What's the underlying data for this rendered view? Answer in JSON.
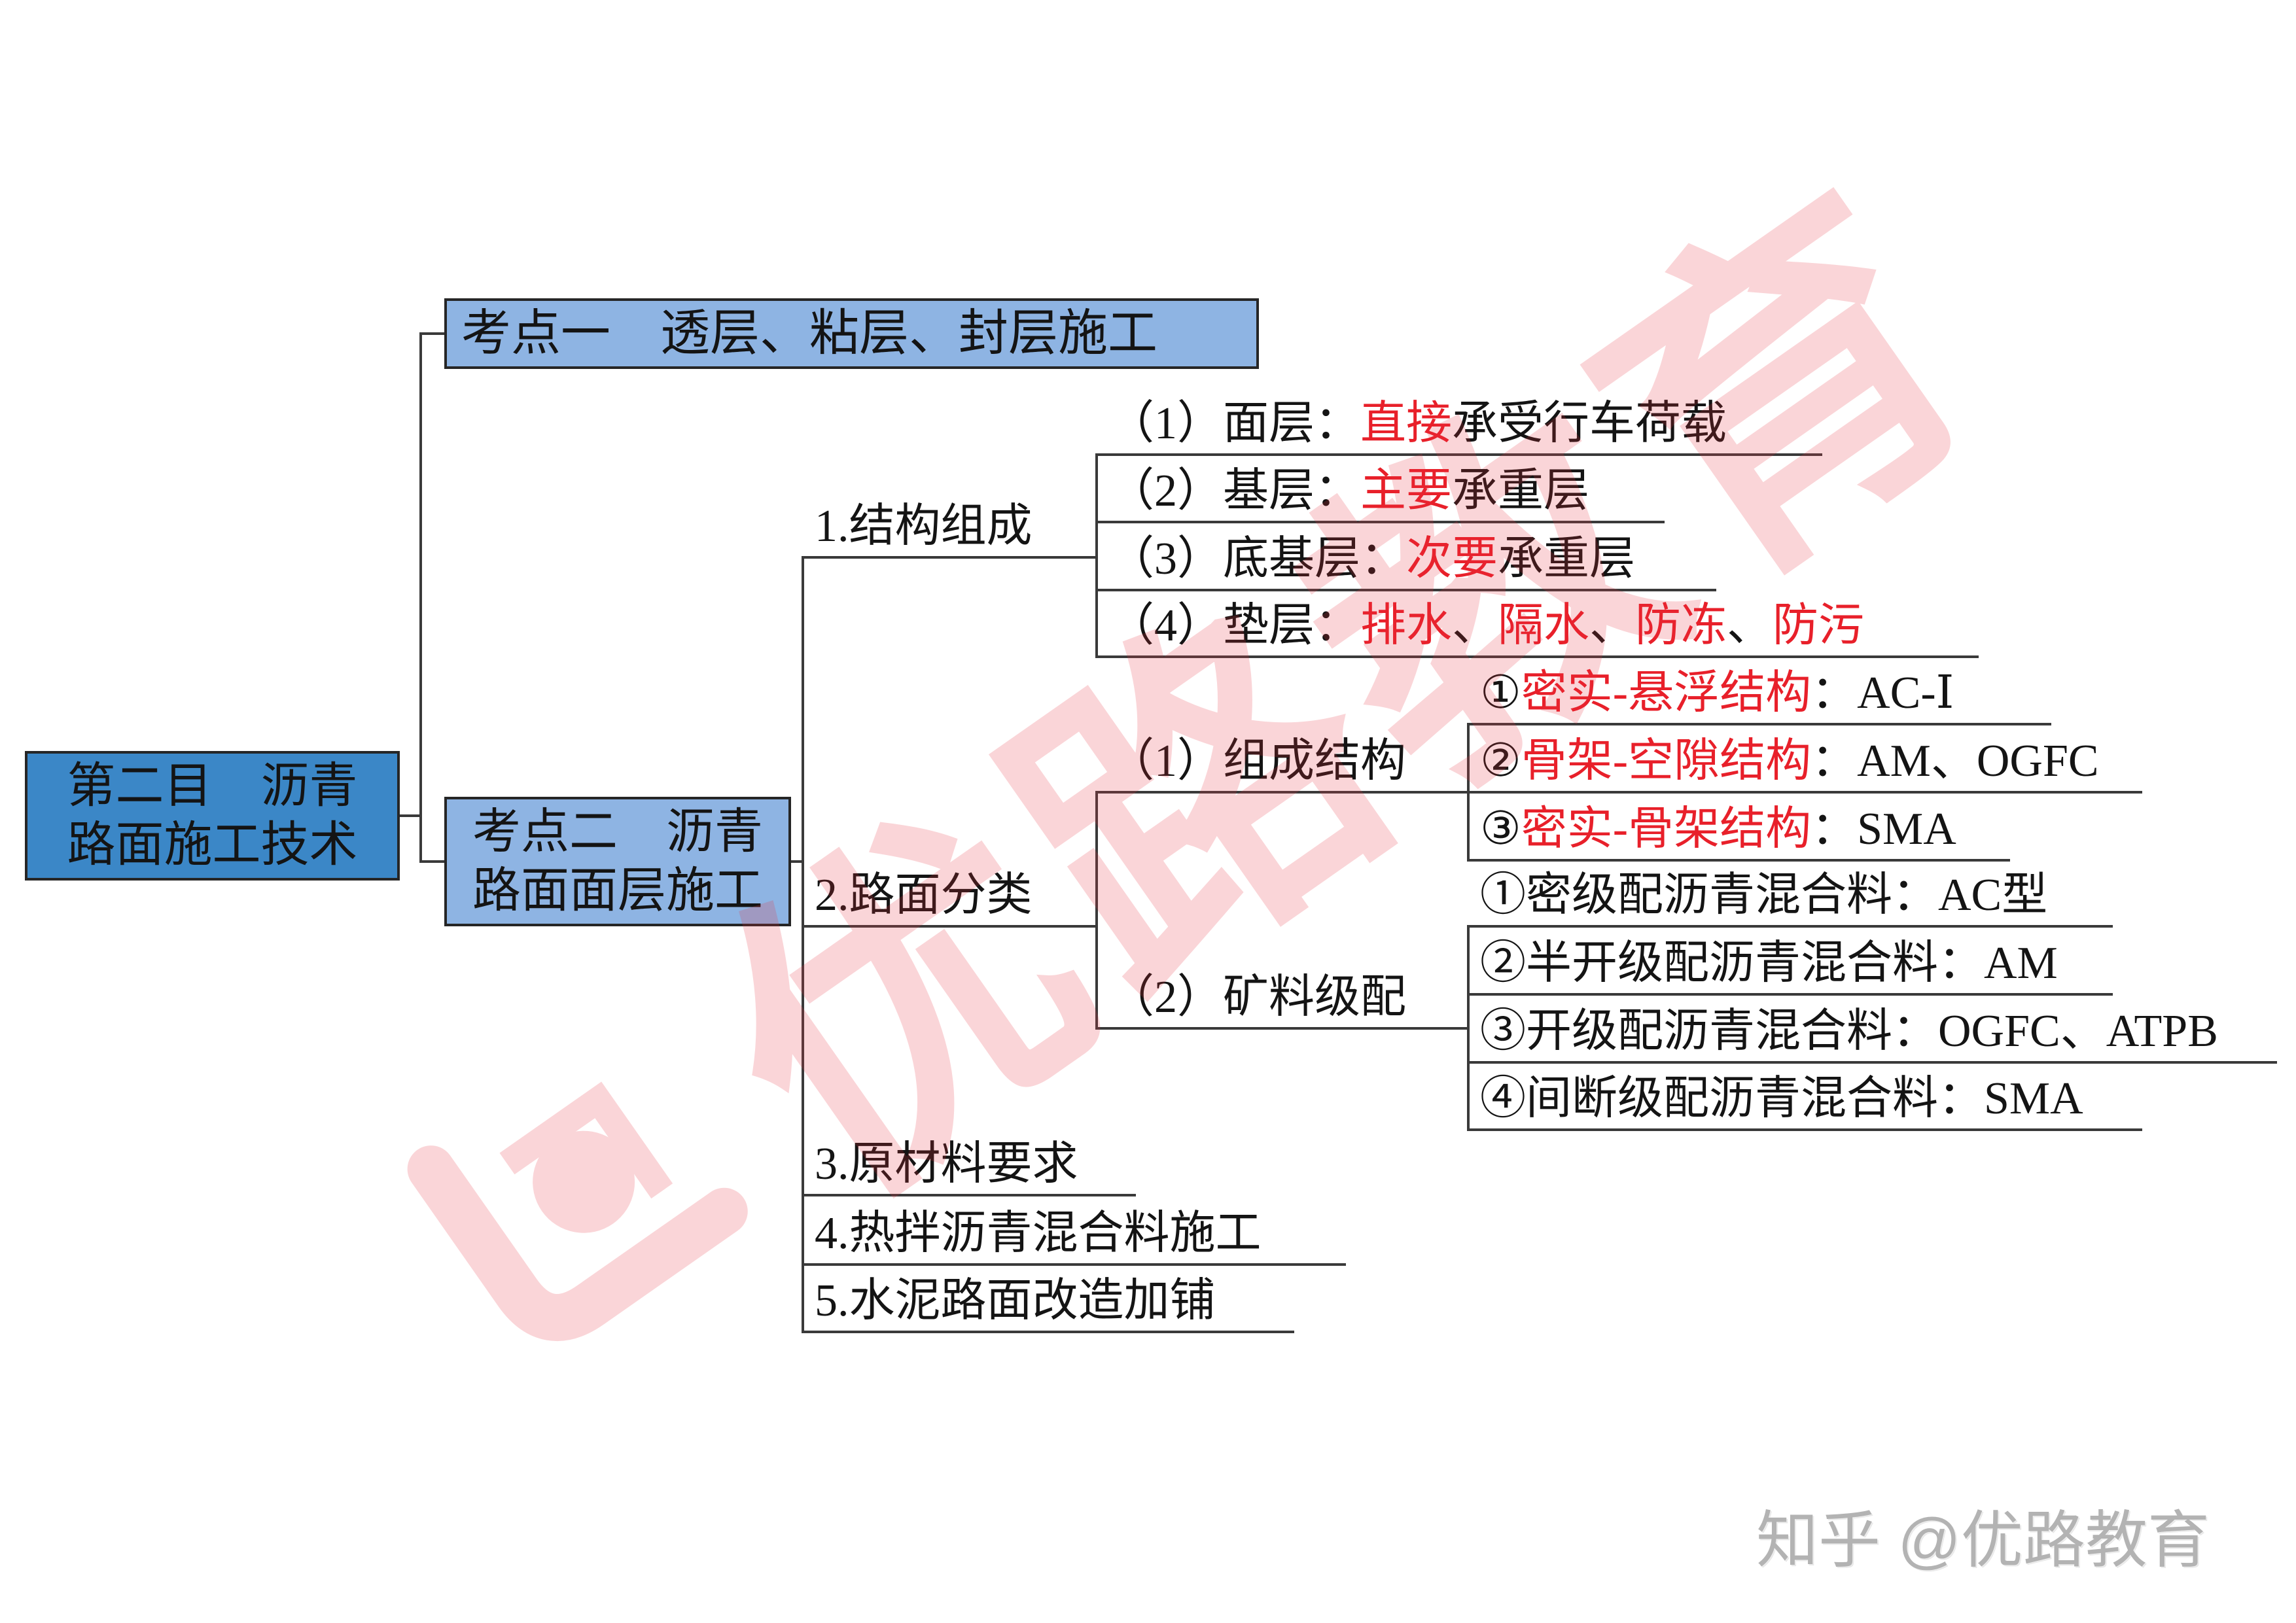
{
  "colors": {
    "root_fill": "#3b87c7",
    "topic_fill": "#8eb4e3",
    "highlight": "#e8202a",
    "text": "#141414",
    "line": "#3a3a3a",
    "watermark": "#e8333f",
    "credit": "#b3b3b3"
  },
  "root": {
    "lines": [
      "第二目　沥青",
      "路面施工技术"
    ]
  },
  "topic1": {
    "title": "考点一　透层、粘层、封层施工"
  },
  "topic2": {
    "lines": [
      "考点二　沥青",
      "路面面层施工"
    ],
    "sections": [
      {
        "label": "1.结构组成",
        "children": [
          {
            "segments": [
              {
                "text": "（1）面层："
              },
              {
                "text": "直接",
                "highlight": true
              },
              {
                "text": "承受行车荷载"
              }
            ]
          },
          {
            "segments": [
              {
                "text": "（2）基层："
              },
              {
                "text": "主要",
                "highlight": true
              },
              {
                "text": "承重层"
              }
            ]
          },
          {
            "segments": [
              {
                "text": "（3）底基层："
              },
              {
                "text": "次要",
                "highlight": true
              },
              {
                "text": "承重层"
              }
            ]
          },
          {
            "segments": [
              {
                "text": "（4）垫层："
              },
              {
                "text": "排水",
                "highlight": true
              },
              {
                "text": "、"
              },
              {
                "text": "隔水",
                "highlight": true
              },
              {
                "text": "、"
              },
              {
                "text": "防冻",
                "highlight": true
              },
              {
                "text": "、"
              },
              {
                "text": "防污",
                "highlight": true
              }
            ]
          }
        ]
      },
      {
        "label": "2.路面分类",
        "children": [
          {
            "label": "（1）组成结构",
            "children": [
              {
                "segments": [
                  {
                    "text": "①"
                  },
                  {
                    "text": "密实-悬浮结构",
                    "highlight": true
                  },
                  {
                    "text": "：AC-Ⅰ"
                  }
                ]
              },
              {
                "segments": [
                  {
                    "text": "②"
                  },
                  {
                    "text": "骨架-空隙结构",
                    "highlight": true
                  },
                  {
                    "text": "：AM、OGFC"
                  }
                ]
              },
              {
                "segments": [
                  {
                    "text": "③"
                  },
                  {
                    "text": "密实-骨架结构",
                    "highlight": true
                  },
                  {
                    "text": "：SMA"
                  }
                ]
              }
            ]
          },
          {
            "label": "（2）矿料级配",
            "children": [
              {
                "text": "①密级配沥青混合料：AC型"
              },
              {
                "text": "②半开级配沥青混合料：AM"
              },
              {
                "text": "③开级配沥青混合料：OGFC、ATPB"
              },
              {
                "text": "④间断级配沥青混合料：SMA"
              }
            ]
          }
        ]
      },
      {
        "label": "3.原材料要求"
      },
      {
        "label": "4.热拌沥青混合料施工"
      },
      {
        "label": "5.水泥路面改造加铺"
      }
    ]
  },
  "watermark": {
    "logo_text": "优路教育",
    "credit": "知乎 @优路教育"
  }
}
